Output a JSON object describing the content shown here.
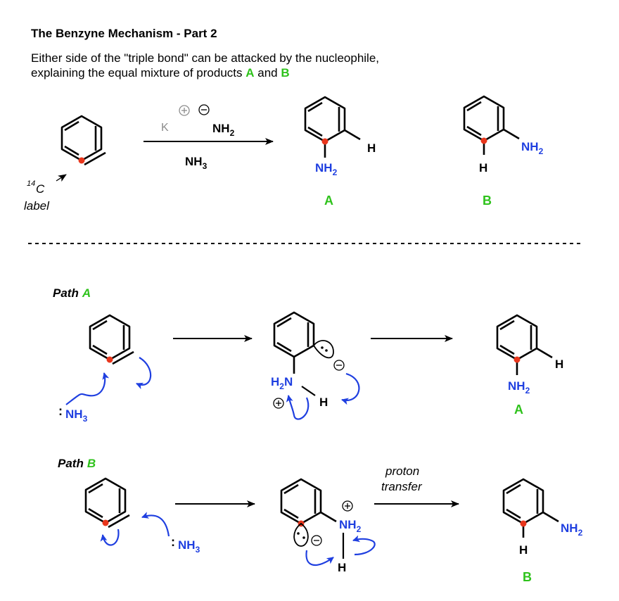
{
  "title": "The Benzyne Mechanism - Part 2",
  "description": {
    "line1": "Either side of the \"triple bond\" can be attacked by the nucleophile,",
    "line2_before": "explaining the equal mixture of products ",
    "line2_a": "A",
    "line2_and": " and ",
    "line2_b": "B"
  },
  "colors": {
    "label_green": "#2ec21b",
    "arrow_blue": "#1f3fe0",
    "label_atom_red": "#e8361c",
    "grey": "#8c8c8c"
  },
  "top": {
    "reagent_k": "K",
    "reagent_nh": "NH",
    "reagent_sub2": "2",
    "solvent_nh": "NH",
    "solvent_sub3": "3",
    "label_superscript": "14",
    "label_c": "C",
    "label_word": "label",
    "product_a": {
      "h": "H",
      "nh": "NH",
      "sub": "2",
      "name": "A"
    },
    "product_b": {
      "h": "H",
      "nh": "NH",
      "sub": "2",
      "name": "B"
    }
  },
  "path_a": {
    "heading_path": "Path",
    "heading_letter": "A",
    "nucleophile_lp": ":",
    "nucleophile_nh": "NH",
    "nucleophile_sub": "3",
    "intermediate": {
      "h": "H",
      "n": "N",
      "h_right": "H",
      "sub": "2"
    },
    "product": {
      "h": "H",
      "nh": "NH",
      "sub": "2",
      "name": "A"
    }
  },
  "path_b": {
    "heading_path": "Path",
    "heading_letter": "B",
    "nucleophile_lp": ":",
    "nucleophile_nh": "NH",
    "nucleophile_sub": "3",
    "intermediate": {
      "nh": "NH",
      "sub": "2",
      "h": "H"
    },
    "arrow_label_1": "proton",
    "arrow_label_2": "transfer",
    "product": {
      "h": "H",
      "nh": "NH",
      "sub": "2",
      "name": "B"
    }
  }
}
